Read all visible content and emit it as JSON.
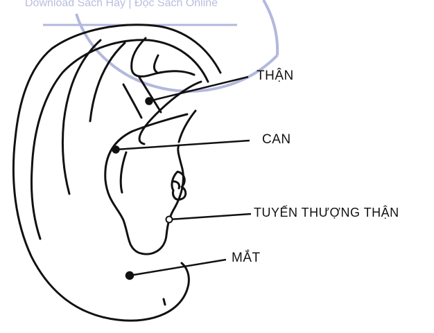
{
  "watermark": {
    "text": "Download Sách Hay | Đọc Sách Online",
    "color": "#b3b8dc"
  },
  "labels": {
    "than": "THẬN",
    "can": "CAN",
    "tuyen": "TUYẾN THƯỢNG THẬN",
    "mat": "MẮT"
  },
  "colors": {
    "ink": "#111111",
    "watermark": "#b3b8dc"
  }
}
